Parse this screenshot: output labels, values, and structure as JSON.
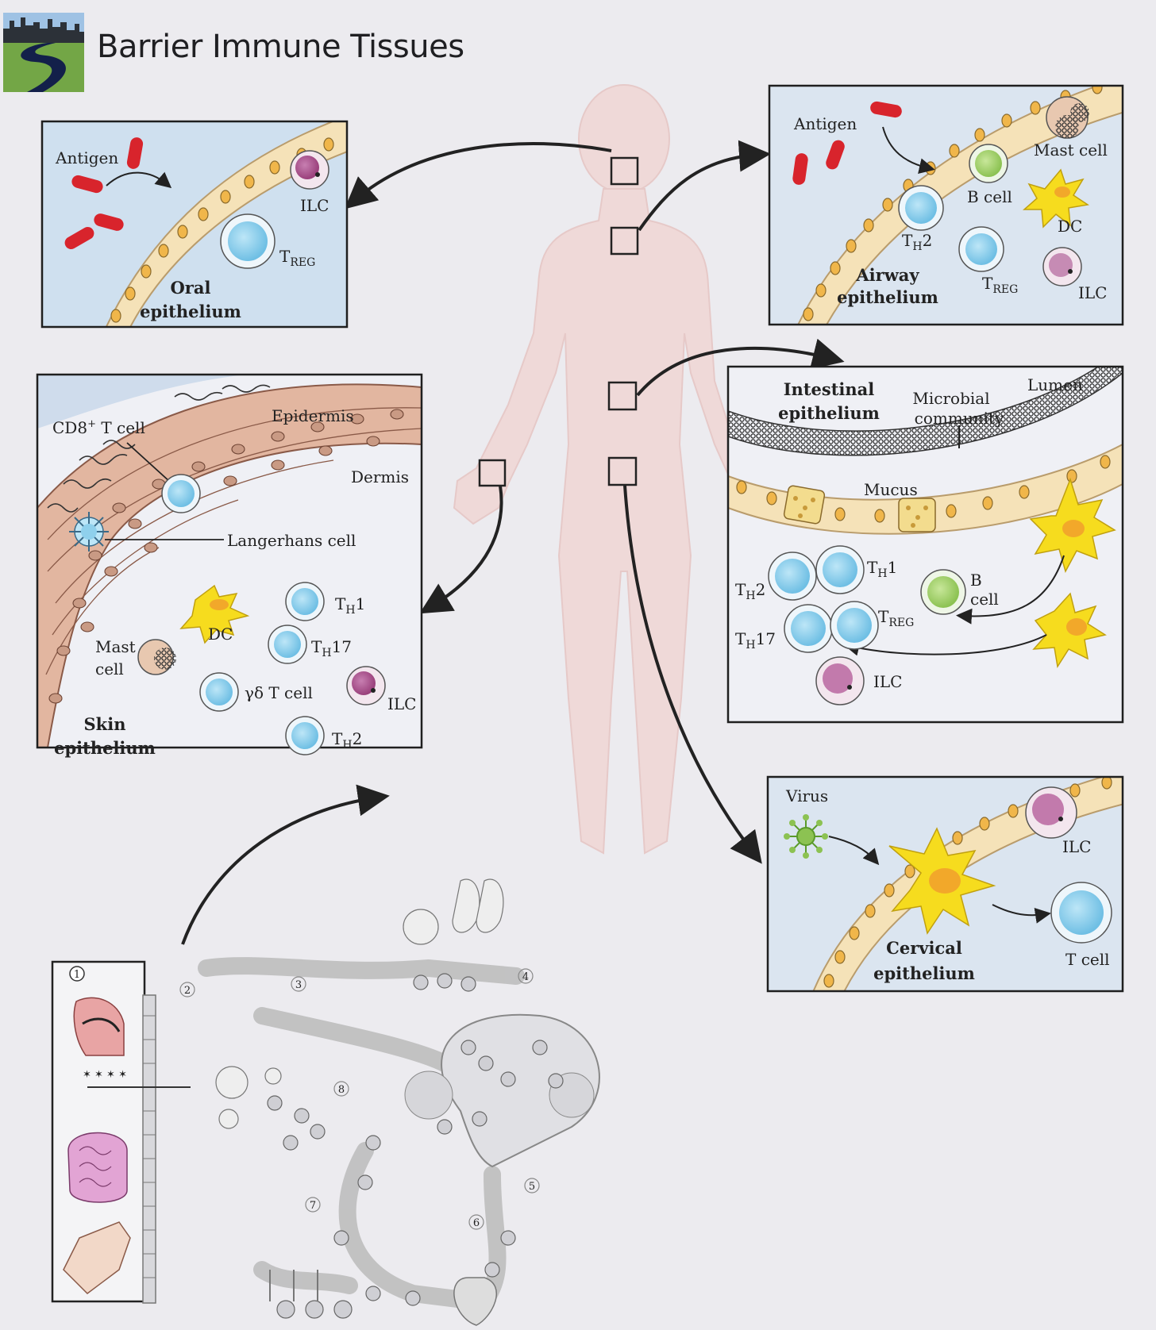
{
  "header": {
    "title": "Barrier Immune Tissues"
  },
  "colors": {
    "cell_blue": "#8fd0ec",
    "dc_yellow": "#f6dc1e",
    "b_cell_green": "#a2d46a",
    "ilc_purple": "#b86aa0",
    "antigen_red": "#d8242c",
    "epithelium_tan": "#f5e2b8",
    "skin_pink": "#e2b6a0"
  },
  "oral": {
    "antigen": "Antigen",
    "ilc": "ILC",
    "treg": "T",
    "treg_sub": "REG",
    "title_1": "Oral",
    "title_2": "epithelium"
  },
  "airway": {
    "antigen": "Antigen",
    "mast": "Mast cell",
    "bcell": "B cell",
    "dc": "DC",
    "th2": "T",
    "th2_sub": "H",
    "th2_num": "2",
    "treg": "T",
    "treg_sub": "REG",
    "ilc": "ILC",
    "title_1": "Airway",
    "title_2": "epithelium"
  },
  "intestinal": {
    "title_1": "Intestinal",
    "title_2": "epithelium",
    "microbial_1": "Microbial",
    "microbial_2": "community",
    "lumen": "Lumen",
    "mucus": "Mucus",
    "th1": "T",
    "th1_sub": "H",
    "th1_num": "1",
    "th2": "T",
    "th2_sub": "H",
    "th2_num": "2",
    "th17": "T",
    "th17_sub": "H",
    "th17_num": "17",
    "treg": "T",
    "treg_sub": "REG",
    "bcell_1": "B",
    "bcell_2": "cell",
    "ilc": "ILC"
  },
  "skin": {
    "cd8": "CD8",
    "cd8_sup": "+",
    "cd8_rest": " T cell",
    "epidermis": "Epidermis",
    "dermis": "Dermis",
    "langerhans": "Langerhans cell",
    "th1": "T",
    "th1_sub": "H",
    "th1_num": "1",
    "dc": "DC",
    "th17": "T",
    "th17_sub": "H",
    "th17_num": "17",
    "mast_1": "Mast",
    "mast_2": "cell",
    "gd": "γδ T cell",
    "ilc": "ILC",
    "th2": "T",
    "th2_sub": "H",
    "th2_num": "2",
    "title_1": "Skin",
    "title_2": "epithelium"
  },
  "cervical": {
    "virus": "Virus",
    "ilc": "ILC",
    "tcell": "T cell",
    "title_1": "Cervical",
    "title_2": "epithelium"
  },
  "lower_steps": [
    "1",
    "2",
    "3",
    "4",
    "5",
    "6",
    "7",
    "8"
  ]
}
